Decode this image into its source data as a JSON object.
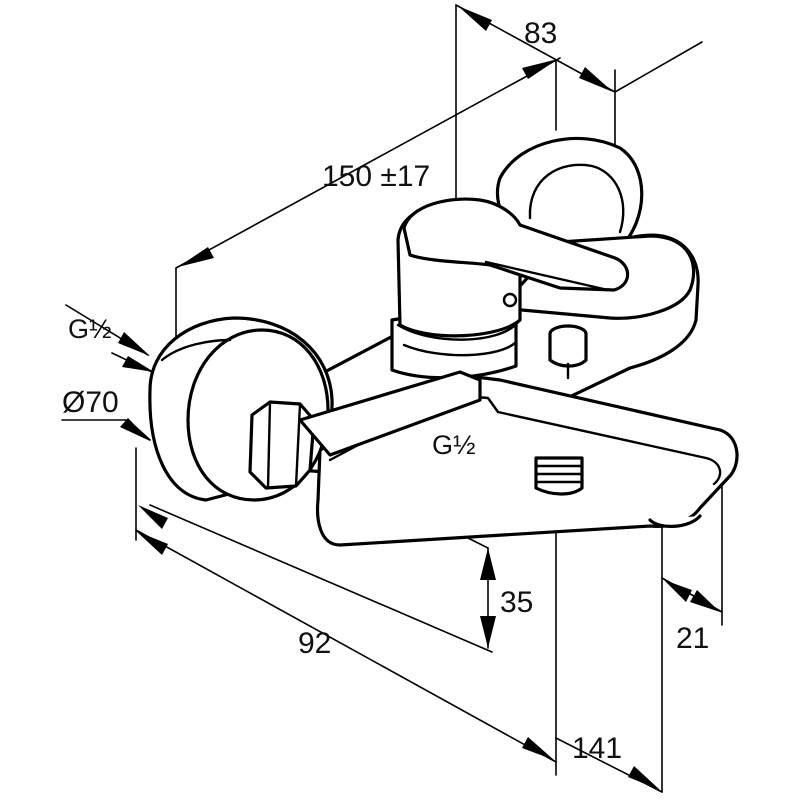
{
  "diagram": {
    "labels": {
      "width_83": "83",
      "length_150": "150 ±17",
      "thread_inlet": "G½",
      "diameter_70": "Ø70",
      "thread_outlet": "G½",
      "height_35": "35",
      "depth_92": "92",
      "depth_141": "141",
      "spout_21": "21"
    }
  }
}
